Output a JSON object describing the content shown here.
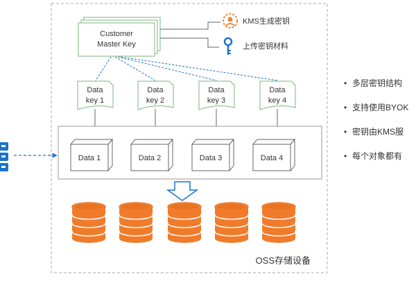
{
  "diagram": {
    "master_key": {
      "line1": "Customer",
      "line2": "Master Key"
    },
    "kms_label": "KMS生成密钥",
    "upload_label": "上传密钥材料",
    "data_keys": [
      {
        "line1": "Data",
        "line2": "key 1"
      },
      {
        "line1": "Data",
        "line2": "key 2"
      },
      {
        "line1": "Data",
        "line2": "key 3"
      },
      {
        "line1": "Data",
        "line2": "key 4"
      }
    ],
    "data_blocks": [
      "Data 1",
      "Data 2",
      "Data 3",
      "Data 4"
    ],
    "storage_label": "OSS存储设备"
  },
  "bullets": [
    "多层密钥结构",
    "支持使用BYOK",
    "密钥由KMS服",
    "每个对象都有"
  ],
  "colors": {
    "accent": "#1a73c8",
    "storage": "#f07c2b",
    "storage_dark": "#c85d14",
    "frame": "#aaaaaa",
    "kms_icon": "#e8873a"
  }
}
